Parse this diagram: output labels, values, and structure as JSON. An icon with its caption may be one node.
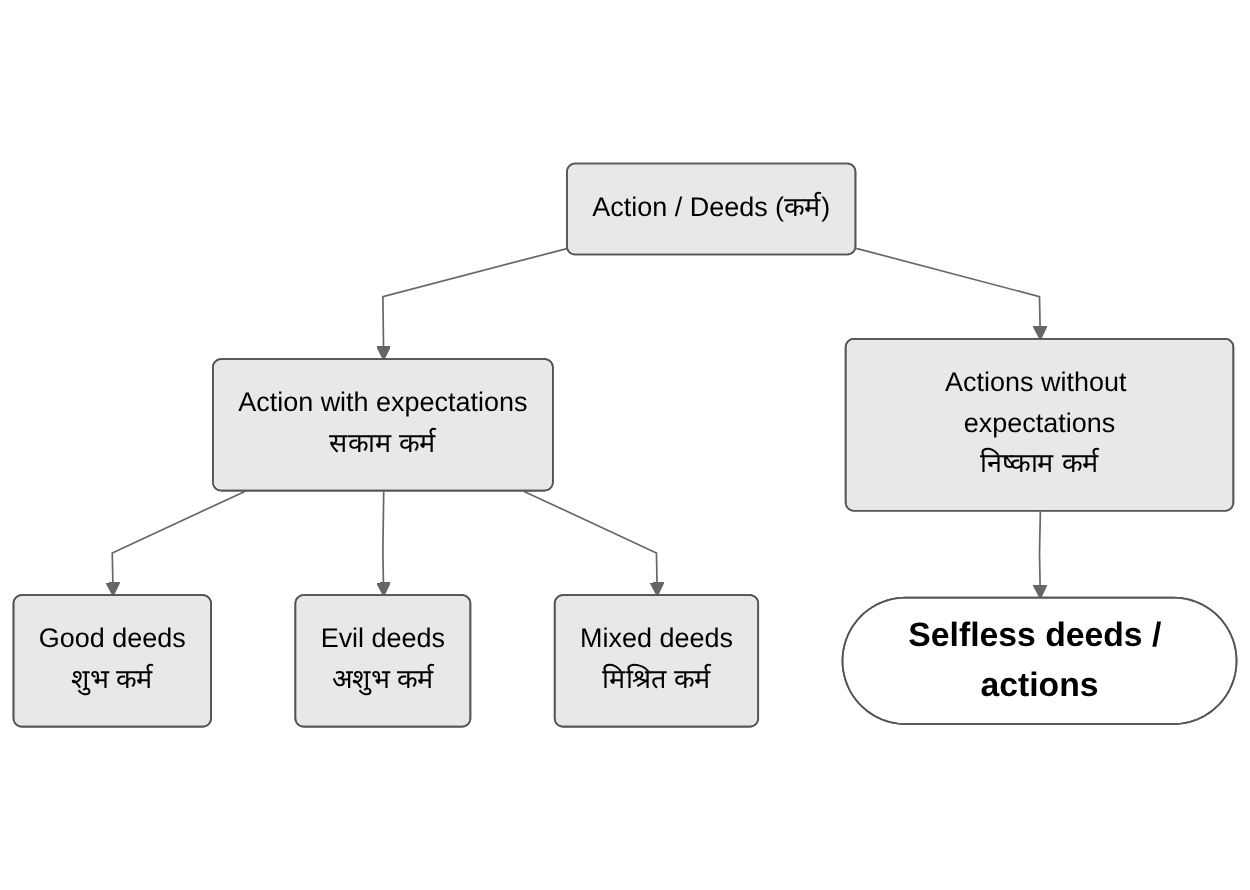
{
  "diagram": {
    "nodes": [
      {
        "text": [
          "Action / Deeds (कर्म)"
        ]
      },
      {
        "text": [
          "Action with expectations",
          "सकाम कर्म"
        ]
      },
      {
        "text": [
          "Actions without expectations",
          "निष्काम कर्म"
        ]
      },
      {
        "text": [
          "Good deeds",
          "शुभ कर्म"
        ]
      },
      {
        "text": [
          "Evil deeds",
          "अशुभ कर्म"
        ]
      },
      {
        "text": [
          "Mixed deeds",
          "मिश्रित कर्म"
        ]
      },
      {
        "text": [
          "Selfless deeds / actions"
        ]
      }
    ],
    "edges": [
      {
        "from": 0,
        "to": 1,
        "arrow": "to"
      },
      {
        "from": 0,
        "to": 2,
        "arrow": "to"
      },
      {
        "from": 1,
        "to": 3,
        "arrow": "to"
      },
      {
        "from": 1,
        "to": 4,
        "arrow": "to"
      },
      {
        "from": 1,
        "to": 5,
        "arrow": "to"
      },
      {
        "from": 2,
        "to": 6,
        "arrow": "to"
      }
    ]
  }
}
